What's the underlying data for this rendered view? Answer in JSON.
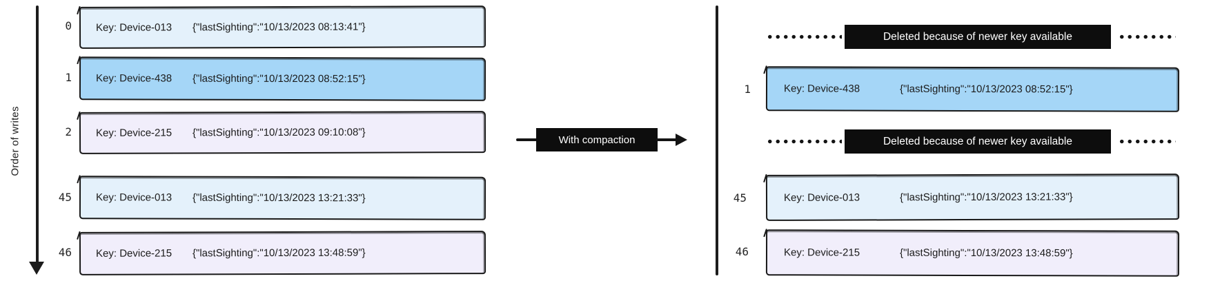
{
  "diagram": {
    "axis_label": "Order of writes",
    "transform_arrow_label": "With compaction",
    "deleted_badge_label": "Deleted because of newer key available",
    "left_log": {
      "rows": [
        {
          "index": "0",
          "key": "Key: Device-013",
          "value": "{\"lastSighting\":\"10/13/2023 08:13:41\"}",
          "color": "light-blue"
        },
        {
          "index": "1",
          "key": "Key: Device-438",
          "value": "{\"lastSighting\":\"10/13/2023 08:52:15\"}",
          "color": "blue"
        },
        {
          "index": "2",
          "key": "Key: Device-215",
          "value": "{\"lastSighting\":\"10/13/2023 09:10:08\"}",
          "color": "lavender"
        },
        {
          "index": "45",
          "key": "Key: Device-013",
          "value": "{\"lastSighting\":\"10/13/2023 13:21:33\"}",
          "color": "light-blue"
        },
        {
          "index": "46",
          "key": "Key: Device-215",
          "value": "{\"lastSighting\":\"10/13/2023 13:48:59\"}",
          "color": "lavender"
        }
      ]
    },
    "right_log": {
      "entries": [
        {
          "type": "deleted"
        },
        {
          "type": "record",
          "index": "1",
          "key": "Key: Device-438",
          "value": "{\"lastSighting\":\"10/13/2023 08:52:15\"}",
          "color": "blue"
        },
        {
          "type": "deleted"
        },
        {
          "type": "record",
          "index": "45",
          "key": "Key: Device-013",
          "value": "{\"lastSighting\":\"10/13/2023 13:21:33\"}",
          "color": "light-blue"
        },
        {
          "type": "record",
          "index": "46",
          "key": "Key: Device-215",
          "value": "{\"lastSighting\":\"10/13/2023 13:48:59\"}",
          "color": "lavender"
        }
      ]
    },
    "colors": {
      "record_light_blue": "#e4f1fb",
      "record_blue": "#a5d6f7",
      "record_lavender": "#f1eefb",
      "stroke": "#181818",
      "badge_background": "#0d0d0d",
      "badge_text": "#ffffff"
    }
  }
}
